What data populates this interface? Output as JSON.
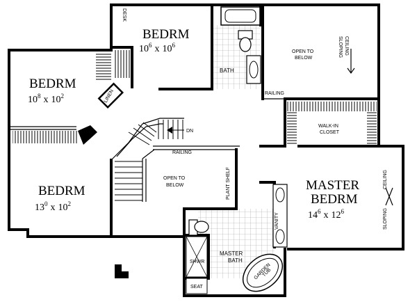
{
  "rooms": {
    "bedroom_top": {
      "name": "BEDRM",
      "dim_w": "10",
      "dim_w_sup": "6",
      "dim_h": "10",
      "dim_h_sup": "6"
    },
    "bedroom_left": {
      "name": "BEDRM",
      "dim_w": "10",
      "dim_w_sup": "8",
      "dim_h": "10",
      "dim_h_sup": "2"
    },
    "bedroom_bottom": {
      "name": "BEDRM",
      "dim_w": "13",
      "dim_w_sup": "0",
      "dim_h": "10",
      "dim_h_sup": "2"
    },
    "master_bedroom": {
      "name_line1": "MASTER",
      "name_line2": "BEDRM",
      "dim_w": "14",
      "dim_w_sup": "6",
      "dim_h": "12",
      "dim_h_sup": "6"
    }
  },
  "labels": {
    "desk": "DESK",
    "bath": "BATH",
    "linen": "LINEN",
    "open_below_top_1": "OPEN TO",
    "open_below_top_2": "BELOW",
    "sloping_top_1": "SLOPING",
    "sloping_top_2": "CEILING",
    "railing_top": "RAILING",
    "walkin_1": "WALK-IN",
    "walkin_2": "CLOSET",
    "dn": "DN",
    "railing_mid": "RAILING",
    "open_below_mid_1": "OPEN TO",
    "open_below_mid_2": "BELOW",
    "plant_shelf": "PLANT SHELF",
    "vanity": "VANITY",
    "sloping_master_1": "SLOPING",
    "sloping_master_2": "CEILING",
    "master_bath_1": "MASTER",
    "master_bath_2": "BATH",
    "garden_tub_1": "GARDEN",
    "garden_tub_2": "TUB",
    "shower": "SHWR",
    "seat": "SEAT"
  },
  "dim_separator": "x"
}
